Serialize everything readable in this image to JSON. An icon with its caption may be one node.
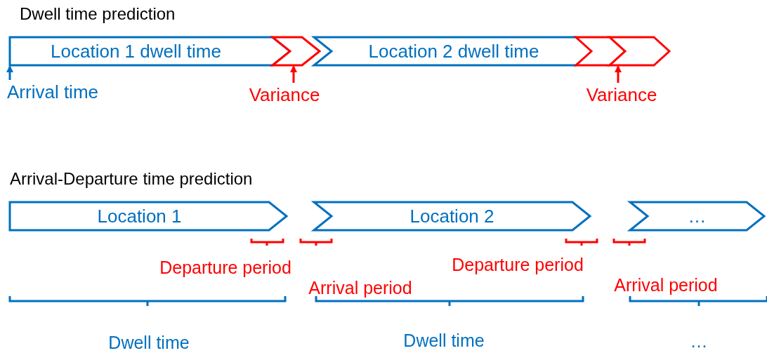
{
  "diagram": {
    "nodes": [
      {
        "text": [
          "Location 1 dwell time"
        ]
      },
      {
        "text": [],
        "shape": "chevron"
      },
      {
        "text": [
          "Location 2 dwell time"
        ]
      },
      {
        "text": [],
        "shape": "chevron"
      },
      {
        "text": [],
        "shape": "chevron"
      },
      {
        "text": [
          "Arrival time"
        ]
      },
      {
        "text": [
          "Variance"
        ]
      },
      {
        "text": [
          "Variance"
        ]
      },
      {
        "text": [
          "Location 1"
        ]
      },
      {
        "text": [
          "Location 2"
        ]
      },
      {
        "text": [
          "…"
        ]
      }
    ],
    "edges": [
      {
        "from": 5,
        "to": 0,
        "arrow": "to",
        "color": "#0070c0"
      },
      {
        "from": 6,
        "to": 1,
        "arrow": "to"
      },
      {
        "from": 7,
        "to": 3,
        "arrow": "to"
      }
    ],
    "labels": [
      "Dwell time prediction",
      "Arrival-Departure time prediction",
      "Departure period",
      "Arrival period",
      "Departure period",
      "Arrival period",
      "Dwell time",
      "Dwell time",
      "…"
    ]
  }
}
